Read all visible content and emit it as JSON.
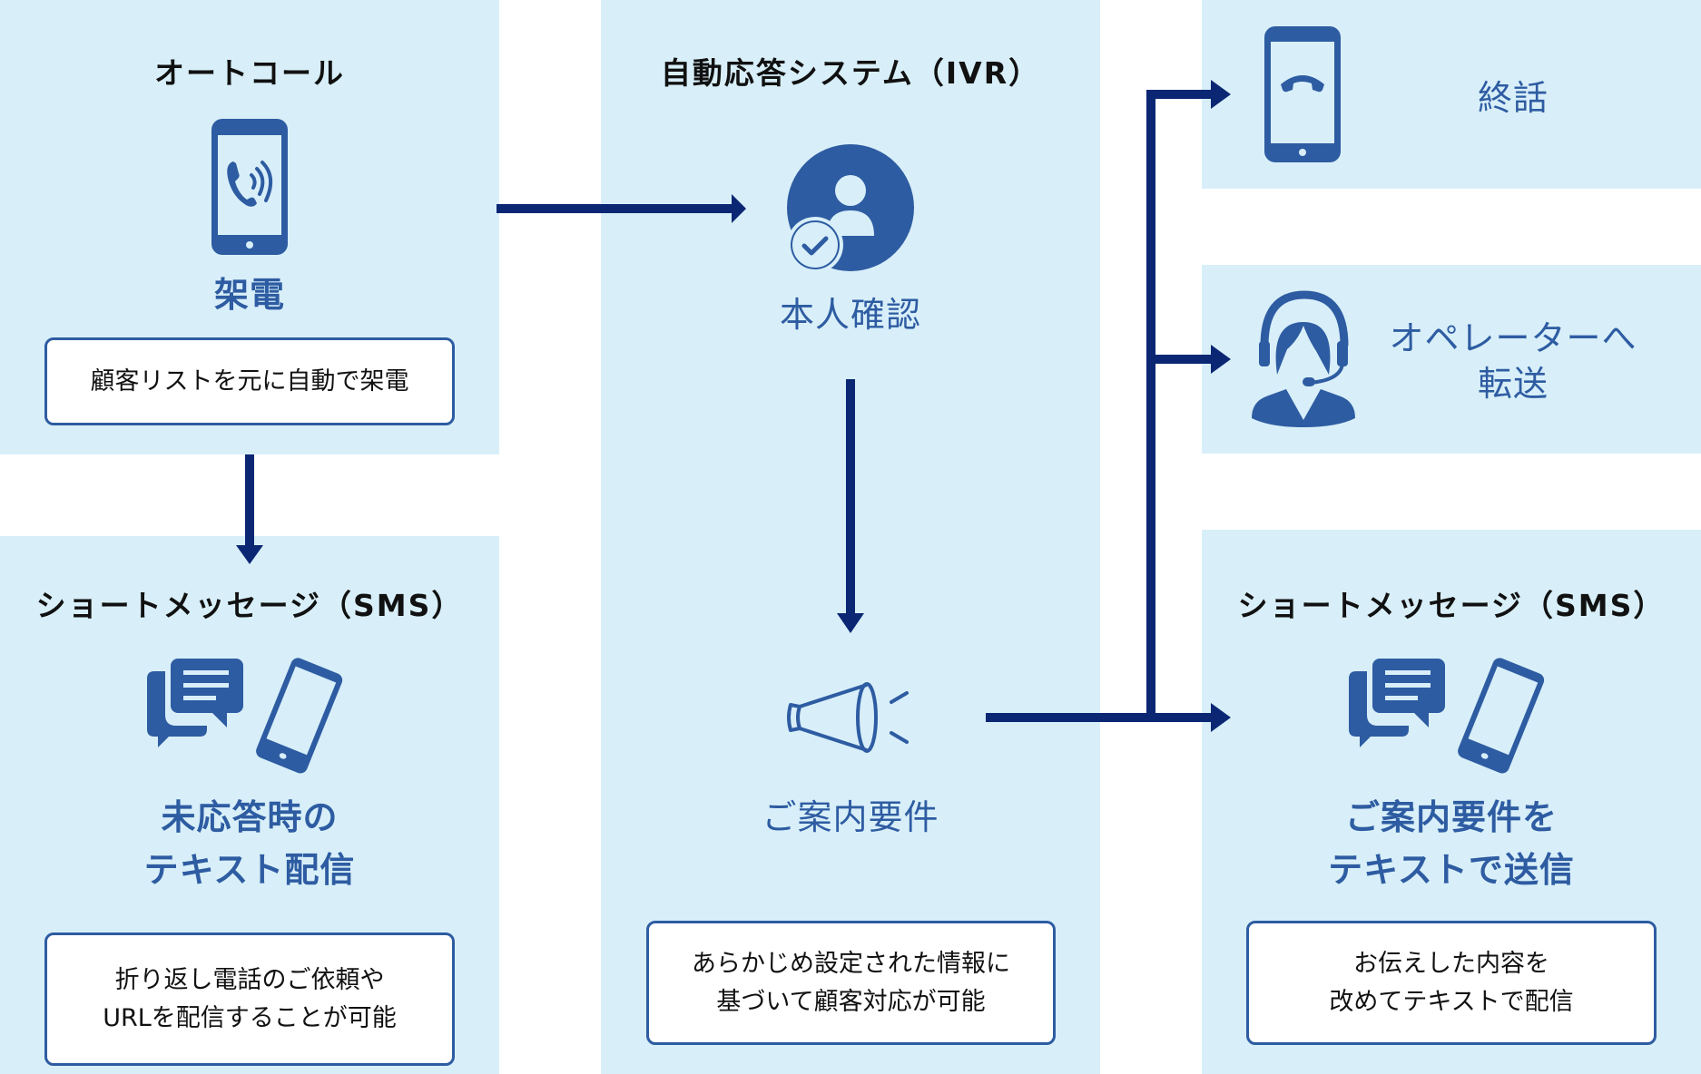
{
  "colors": {
    "panel_bg": "#d8eff9",
    "icon_blue": "#2e5ca2",
    "arrow_navy": "#0b2774",
    "title_text": "#111111"
  },
  "autocall": {
    "title": "オートコール",
    "icon": "smartphone-ringing-icon",
    "label": "架電",
    "description": [
      "顧客リストを元に自動で架電"
    ]
  },
  "sms_left": {
    "title": "ショートメッセージ（SMS）",
    "icon": "chat-bubbles-smartphone-icon",
    "label": [
      "未応答時の",
      "テキスト配信"
    ],
    "description": [
      "折り返し電話のご依頼や",
      "URLを配信することが可能"
    ]
  },
  "ivr": {
    "title": "自動応答システム（IVR）",
    "identity": {
      "icon": "user-check-icon",
      "label": "本人確認"
    },
    "guidance": {
      "icon": "megaphone-icon",
      "label": "ご案内要件"
    },
    "description": [
      "あらかじめ設定された情報に",
      "基づいて顧客対応が可能"
    ]
  },
  "end_call": {
    "icon": "smartphone-hangup-icon",
    "label": "終話"
  },
  "operator": {
    "icon": "operator-headset-icon",
    "label": [
      "オペレーターへ",
      "転送"
    ]
  },
  "sms_right": {
    "title": "ショートメッセージ（SMS）",
    "icon": "chat-bubbles-smartphone-icon",
    "label": [
      "ご案内要件を",
      "テキストで送信"
    ],
    "description": [
      "お伝えした内容を",
      "改めてテキストで配信"
    ]
  }
}
